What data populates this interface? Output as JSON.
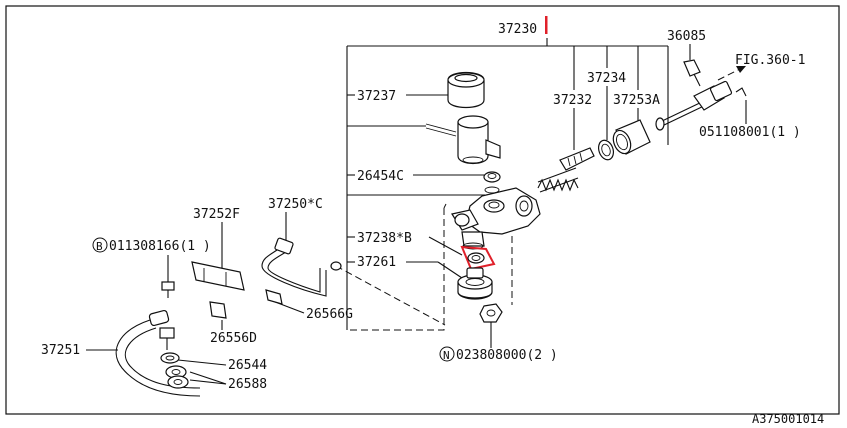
{
  "figure_code": "A375001014",
  "colors": {
    "highlight": "#e0202a",
    "line": "#111111",
    "background": "#ffffff"
  },
  "labels": {
    "p37230": "37230",
    "p36085": "36085",
    "fig_ref": "FIG.360-1",
    "p37237": "37237",
    "p37234": "37234",
    "p37232": "37232",
    "p37253a": "37253A",
    "p051108001": "051108001(1 )",
    "p26454c": "26454C",
    "p37252f": "37252F",
    "p37250c": "37250*C",
    "p011308166": "011308166(1 )",
    "p37238b": "37238*B",
    "p37261": "37261",
    "p26566g": "26566G",
    "p26556d": "26556D",
    "p37251": "37251",
    "p26544": "26544",
    "p26588": "26588",
    "p023808000": "023808000(2 )",
    "badge_b": "B",
    "badge_n": "N"
  }
}
